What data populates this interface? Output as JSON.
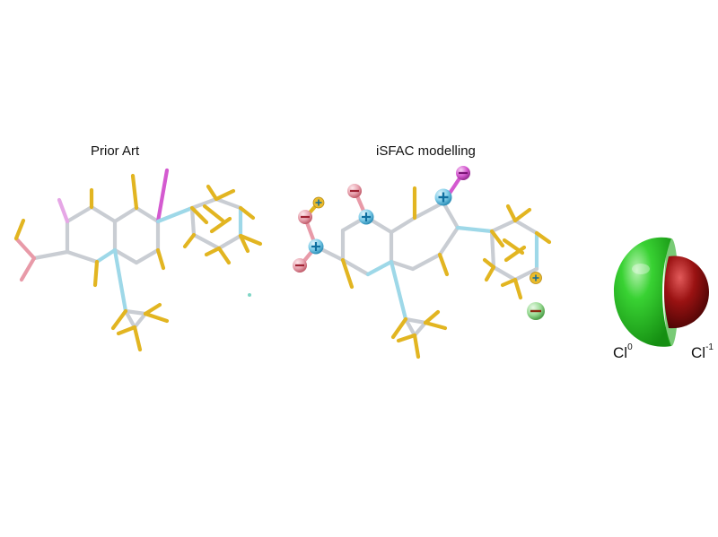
{
  "panels": {
    "prior_art": {
      "title": "Prior Art"
    },
    "isfac": {
      "title": "iSFAC modelling"
    }
  },
  "chlorine": {
    "neutral": {
      "symbol": "Cl",
      "charge": "0"
    },
    "anion": {
      "symbol": "Cl",
      "charge": "-1"
    }
  },
  "colors": {
    "carbon": "#c9cdd3",
    "nitrogen": "#9ed8e8",
    "hydrogen": "#e2b521",
    "fluorine": "#d45ad0",
    "oxygen": "#e89aa8",
    "positive_charge": "#2aa6d8",
    "negative_charge": "#d94c5c",
    "cl_neutral": "#2ec62a",
    "cl_anion": "#8e1010"
  }
}
